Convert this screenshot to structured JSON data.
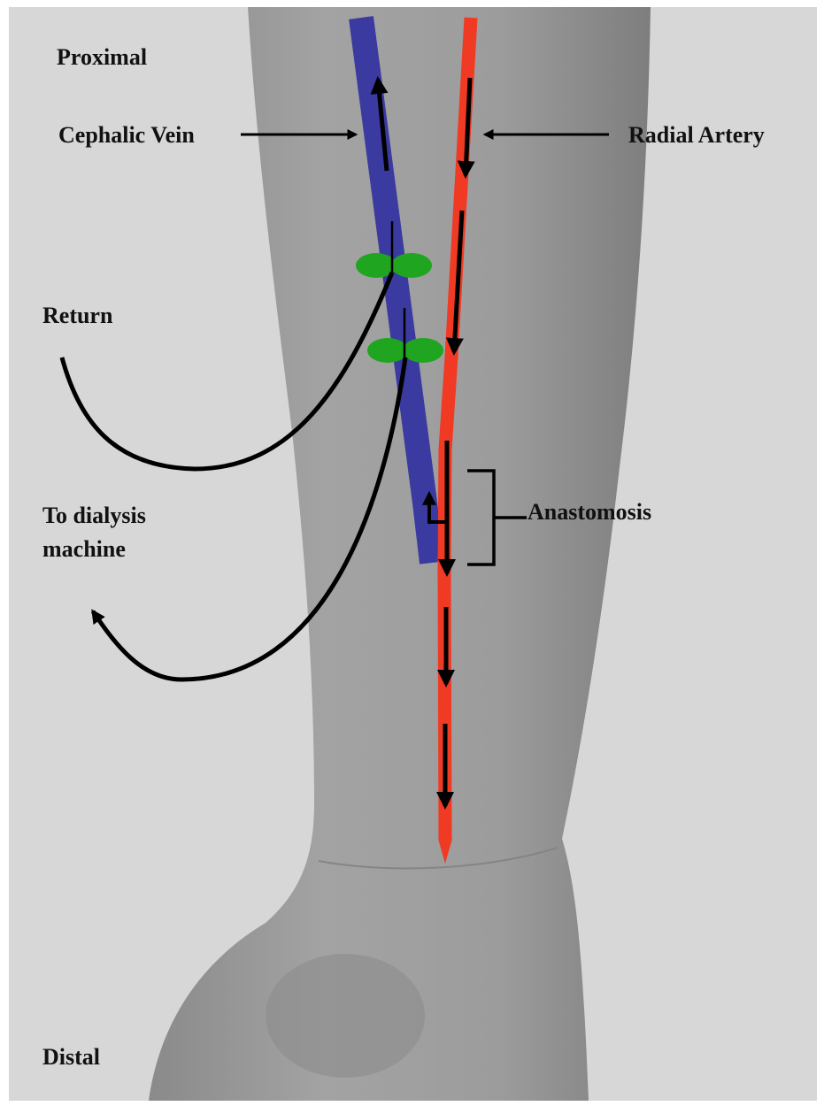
{
  "labels": {
    "proximal": "Proximal",
    "cephalic_vein": "Cephalic Vein",
    "radial_artery": "Radial Artery",
    "return": "Return",
    "to_dialysis_line1": "To dialysis",
    "to_dialysis_line2": "machine",
    "anastomosis": "Anastomosis",
    "distal": "Distal"
  },
  "colors": {
    "vein": "#3a3aa0",
    "artery": "#f03a24",
    "needle_clip": "#1fa51f",
    "arrows": "#000000",
    "background": "#d7d7d7",
    "skin": "#9a9a9a"
  }
}
